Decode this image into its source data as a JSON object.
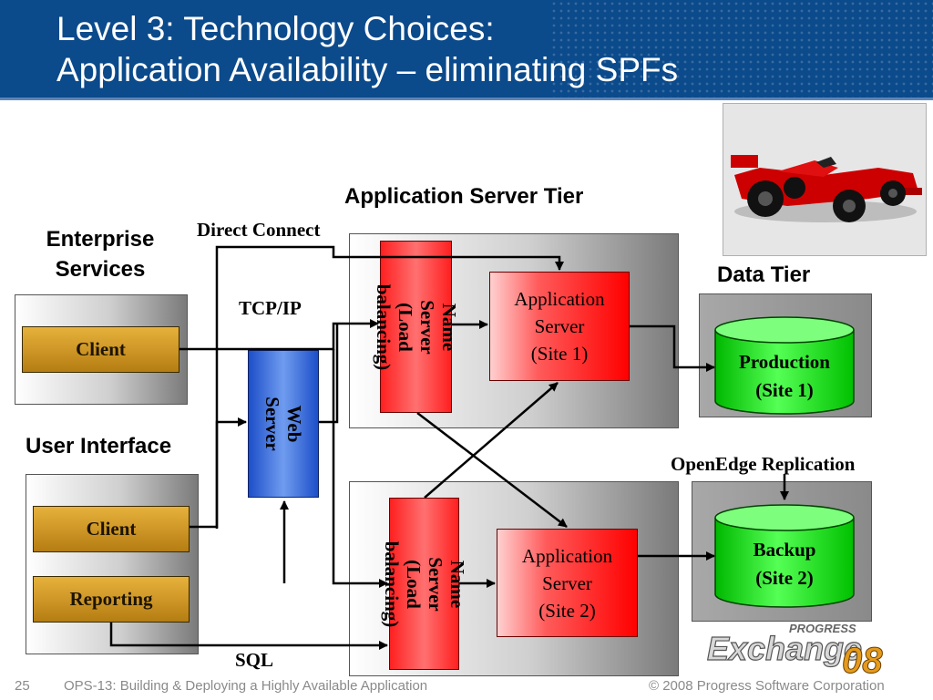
{
  "slide": {
    "title_line1": "Level 3: Technology Choices:",
    "title_line2": "Application Availability – eliminating SPFs"
  },
  "diagram": {
    "app_tier_label": "Application Server Tier",
    "data_tier_label": "Data Tier",
    "enterprise_label": "Enterprise\nServices",
    "user_interface_label": "User Interface",
    "direct_connect_label": "Direct Connect",
    "tcpip_label": "TCP/IP",
    "sql_label": "SQL",
    "replication_label": "OpenEdge Replication",
    "enterprise_client": "Client",
    "ui_client": "Client",
    "reporting": "Reporting",
    "web_server": "Web Server",
    "name_server_1": "Name Server\n(Load balancing)",
    "name_server_2": "Name Server\n(Load balancing)",
    "app_server_1": "Application\nServer\n(Site 1)",
    "app_server_2": "Application\nServer\n(Site 2)",
    "db_production": "Production\n(Site 1)",
    "db_backup": "Backup\n(Site 2)"
  },
  "colors": {
    "title_bg": "#0b4a8b",
    "gold": "#d9a02a",
    "red": "#ff0000",
    "web_blue": "#3d6fe0",
    "db_green": "#00dd00"
  },
  "logo": {
    "brand_top": "PROGRESS",
    "brand_main": "Exchange",
    "year": "08"
  },
  "footer": {
    "page": "25",
    "session": "OPS-13: Building & Deploying a Highly Available Application",
    "copyright": "© 2008 Progress Software Corporation"
  }
}
